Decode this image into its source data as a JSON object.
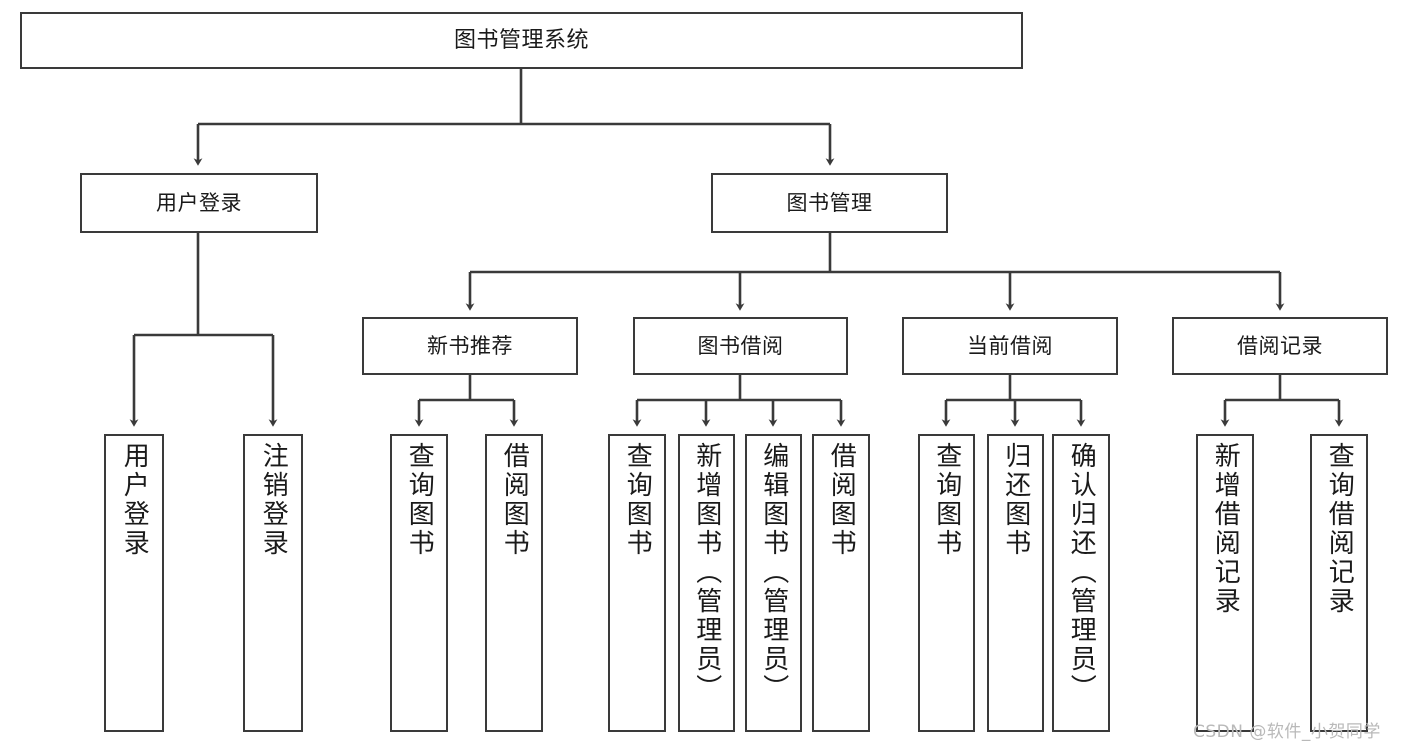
{
  "diagram": {
    "type": "tree-hierarchy",
    "title": "图书管理系统",
    "watermark": "CSDN @软件_小贺同学",
    "colors": {
      "box_border": "#3a3a3a",
      "box_fill": "#ffffff",
      "connector": "#3a3a3a",
      "text": "#1a1a1a",
      "watermark": "#b9b9b9"
    },
    "levels": {
      "level1": "系统",
      "level2": "模块",
      "level3": "子模块",
      "level4": "功能"
    },
    "nodes": {
      "root": {
        "label": "图书管理系统"
      },
      "level2": [
        {
          "id": "user-login",
          "label": "用户登录"
        },
        {
          "id": "book-manage",
          "label": "图书管理"
        }
      ],
      "level3": [
        {
          "id": "new-book-recommend",
          "label": "新书推荐",
          "parent": "book-manage"
        },
        {
          "id": "book-borrow",
          "label": "图书借阅",
          "parent": "book-manage"
        },
        {
          "id": "current-borrow",
          "label": "当前借阅",
          "parent": "book-manage"
        },
        {
          "id": "borrow-record",
          "label": "借阅记录",
          "parent": "book-manage"
        }
      ],
      "leaves": {
        "user-login": [
          {
            "id": "leaf-user-login",
            "label": "用户登录"
          },
          {
            "id": "leaf-logout",
            "label": "注销登录"
          }
        ],
        "new-book-recommend": [
          {
            "id": "leaf-query-book-1",
            "label": "查询图书"
          },
          {
            "id": "leaf-borrow-book-1",
            "label": "借阅图书"
          }
        ],
        "book-borrow": [
          {
            "id": "leaf-query-book-2",
            "label": "查询图书"
          },
          {
            "id": "leaf-add-book",
            "label": "新增图书（管理员）"
          },
          {
            "id": "leaf-edit-book",
            "label": "编辑图书（管理员）"
          },
          {
            "id": "leaf-borrow-book-2",
            "label": "借阅图书"
          }
        ],
        "current-borrow": [
          {
            "id": "leaf-query-book-3",
            "label": "查询图书"
          },
          {
            "id": "leaf-return-book",
            "label": "归还图书"
          },
          {
            "id": "leaf-confirm-return",
            "label": "确认归还（管理员）"
          }
        ],
        "borrow-record": [
          {
            "id": "leaf-add-record",
            "label": "新增借阅记录"
          },
          {
            "id": "leaf-query-record",
            "label": "查询借阅记录"
          }
        ]
      }
    }
  }
}
